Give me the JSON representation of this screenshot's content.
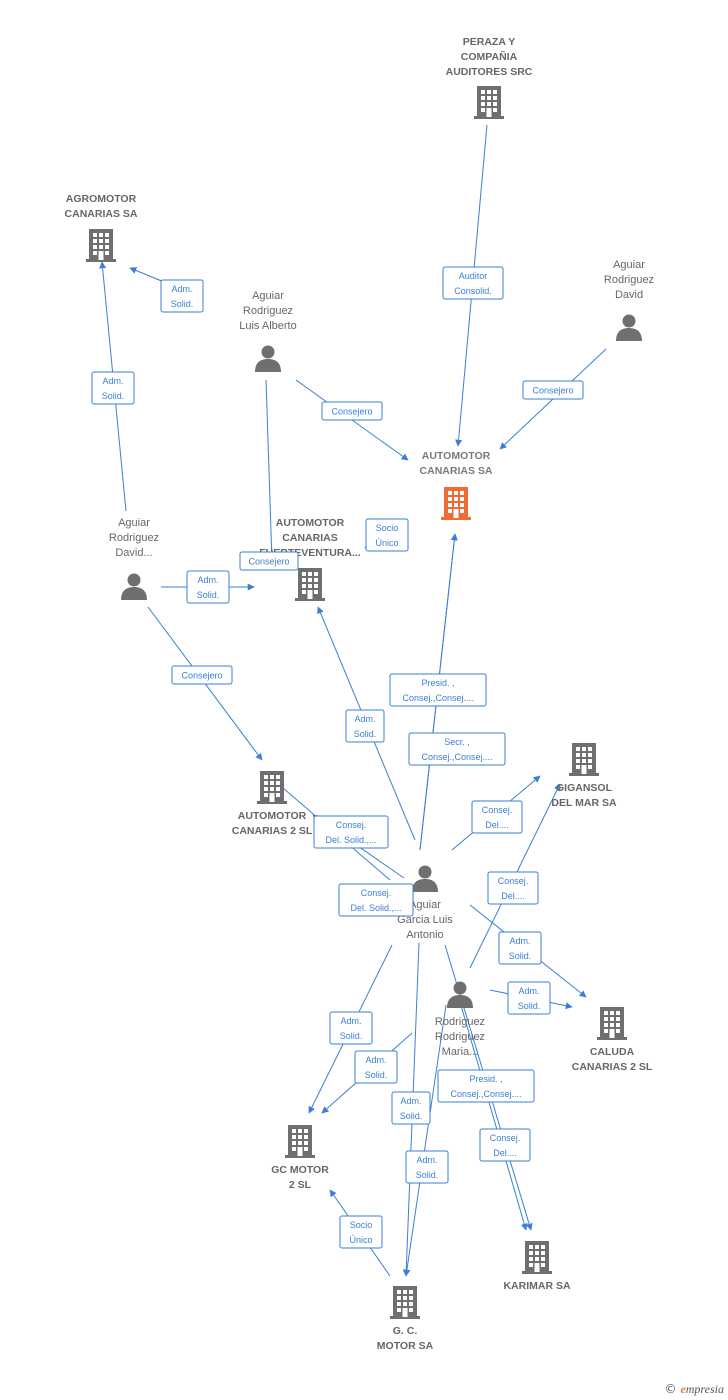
{
  "colors": {
    "edge": "#3a7fd5",
    "node": "#6f6f6f",
    "main_node": "#f06a35"
  },
  "nodes": [
    {
      "id": "peraza",
      "kind": "company",
      "label": [
        "PERAZA Y",
        "COMPAÑIA",
        "AUDITORES SRC"
      ],
      "icon": "building-icon"
    },
    {
      "id": "agromotor",
      "kind": "company",
      "label": [
        "AGROMOTOR",
        "CANARIAS SA"
      ],
      "icon": "building-icon"
    },
    {
      "id": "aguiar_david",
      "kind": "person",
      "label": [
        "Aguiar",
        "Rodriguez",
        "David"
      ],
      "icon": "person-icon"
    },
    {
      "id": "aguiar_luis_alberto",
      "kind": "person",
      "label": [
        "Aguiar",
        "Rodriguez",
        "Luis Alberto"
      ],
      "icon": "person-icon"
    },
    {
      "id": "automotor_canarias",
      "kind": "company",
      "main": true,
      "label": [
        "AUTOMOTOR",
        "CANARIAS SA"
      ],
      "icon": "building-icon"
    },
    {
      "id": "aguiar_david2",
      "kind": "person",
      "label": [
        "Aguiar",
        "Rodriguez",
        "David..."
      ],
      "icon": "person-icon"
    },
    {
      "id": "automotor_fuerteventura",
      "kind": "company",
      "label": [
        "AUTOMOTOR",
        "CANARIAS",
        "FUERTEVENTURA..."
      ],
      "icon": "building-icon"
    },
    {
      "id": "automotor_2",
      "kind": "company",
      "label": [
        "AUTOMOTOR",
        "CANARIAS 2 SL"
      ],
      "icon": "building-icon"
    },
    {
      "id": "gigansol",
      "kind": "company",
      "label": [
        "GIGANSOL",
        "DEL MAR SA"
      ],
      "icon": "building-icon"
    },
    {
      "id": "aguiar_garcia",
      "kind": "person",
      "label": [
        "Aguiar",
        "Garcia Luis",
        "Antonio"
      ],
      "icon": "person-icon"
    },
    {
      "id": "rodriguez_maria",
      "kind": "person",
      "label": [
        "Rodriguez",
        "Rodriguez",
        "Maria..."
      ],
      "icon": "person-icon"
    },
    {
      "id": "caluda",
      "kind": "company",
      "label": [
        "CALUDA",
        "CANARIAS 2 SL"
      ],
      "icon": "building-icon"
    },
    {
      "id": "gc_motor_2",
      "kind": "company",
      "label": [
        "GC MOTOR",
        "2 SL"
      ],
      "icon": "building-icon"
    },
    {
      "id": "karimar",
      "kind": "company",
      "label": [
        "KARIMAR SA"
      ],
      "icon": "building-icon"
    },
    {
      "id": "gc_motor",
      "kind": "company",
      "label": [
        "G. C.",
        "MOTOR SA"
      ],
      "icon": "building-icon"
    }
  ],
  "edges": [
    {
      "id": "e1",
      "label": [
        "Auditor",
        "Consolid."
      ]
    },
    {
      "id": "e2",
      "label": [
        "Consejero"
      ]
    },
    {
      "id": "e3",
      "label": [
        "Adm.",
        "Solid."
      ]
    },
    {
      "id": "e4",
      "label": [
        "Consejero"
      ]
    },
    {
      "id": "e5",
      "label": [
        "Adm.",
        "Solid."
      ]
    },
    {
      "id": "e6",
      "label": [
        "Consejero"
      ]
    },
    {
      "id": "e7",
      "label": [
        "Socio",
        "Único"
      ]
    },
    {
      "id": "e8",
      "label": [
        "Adm.",
        "Solid."
      ]
    },
    {
      "id": "e9",
      "label": [
        "Consejero"
      ]
    },
    {
      "id": "e10",
      "label": [
        "Presid. ,",
        "Consej.,Consej...."
      ]
    },
    {
      "id": "e11",
      "label": [
        "Secr. ,",
        "Consej.,Consej...."
      ]
    },
    {
      "id": "e12",
      "label": [
        "Adm.",
        "Solid."
      ]
    },
    {
      "id": "e13",
      "label": [
        "Consej.",
        "Del...."
      ]
    },
    {
      "id": "e14",
      "label": [
        "Consej.",
        "Del. Solid.,..."
      ]
    },
    {
      "id": "e15",
      "label": [
        "Consej.",
        "Del...."
      ]
    },
    {
      "id": "e16",
      "label": [
        "Consej.",
        "Del. Solid.,..."
      ]
    },
    {
      "id": "e17",
      "label": [
        "Adm.",
        "Solid."
      ]
    },
    {
      "id": "e18",
      "label": [
        "Adm.",
        "Solid."
      ]
    },
    {
      "id": "e19",
      "label": [
        "Adm.",
        "Solid."
      ]
    },
    {
      "id": "e20",
      "label": [
        "Adm.",
        "Solid."
      ]
    },
    {
      "id": "e21",
      "label": [
        "Presid. ,",
        "Consej.,Consej...."
      ]
    },
    {
      "id": "e22",
      "label": [
        "Adm.",
        "Solid."
      ]
    },
    {
      "id": "e23",
      "label": [
        "Consej.",
        "Del...."
      ]
    },
    {
      "id": "e24",
      "label": [
        "Adm.",
        "Solid."
      ]
    },
    {
      "id": "e25",
      "label": [
        "Socio",
        "Único"
      ]
    }
  ],
  "watermark": {
    "copyright": "©",
    "brand_initial": "e",
    "brand_rest": "mpresia"
  }
}
